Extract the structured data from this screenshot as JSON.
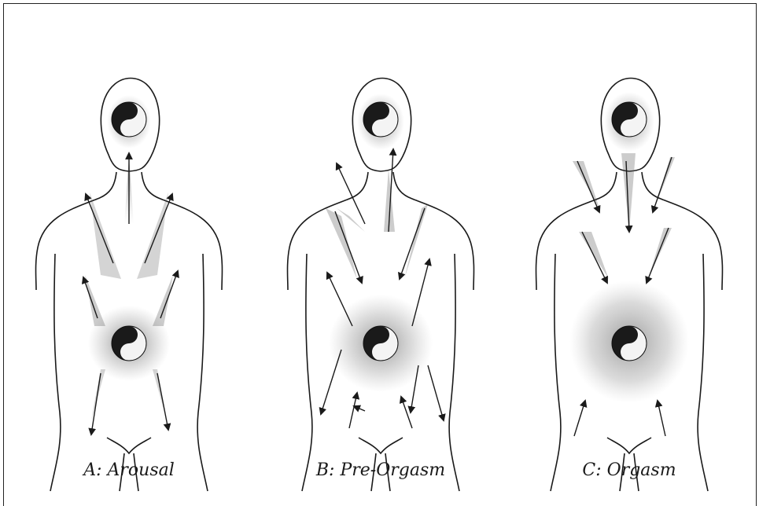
{
  "figure": {
    "panels": [
      {
        "id": "A",
        "caption": "A: Arousal"
      },
      {
        "id": "B",
        "caption": "B: Pre-Orgasm"
      },
      {
        "id": "C",
        "caption": "C: Orgasm"
      }
    ],
    "colors": {
      "ink": "#1a1a1a",
      "shade": "#777777",
      "paper": "#ffffff"
    },
    "icons": [
      "yin-yang-icon"
    ]
  }
}
